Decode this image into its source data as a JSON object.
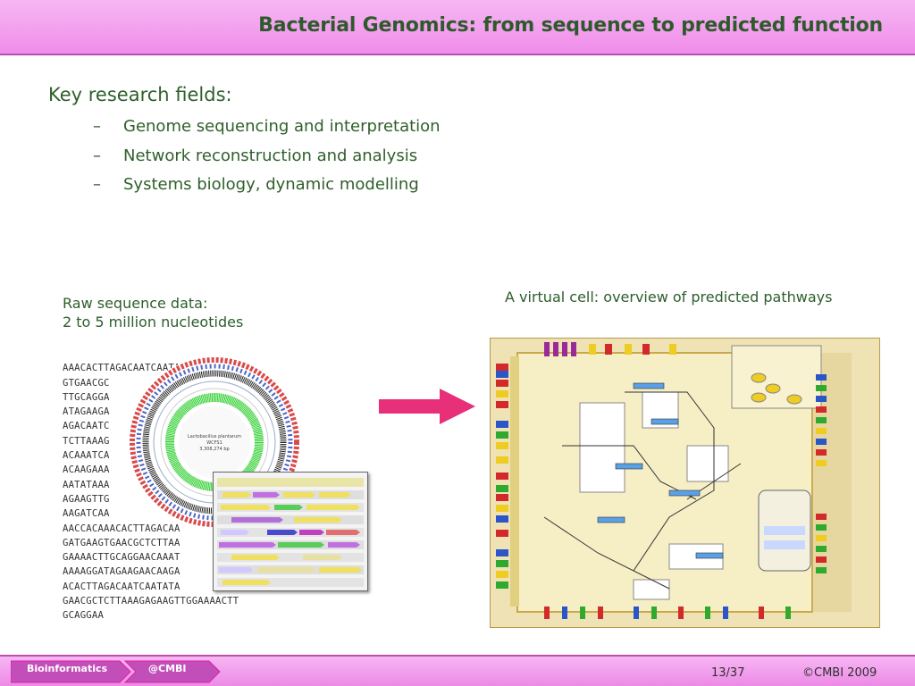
{
  "slide": {
    "title": "Bacterial Genomics: from sequence to predicted function",
    "heading": "Key research fields:",
    "bullets": [
      "Genome sequencing and interpretation",
      "Network reconstruction and analysis",
      "Systems biology, dynamic modelling"
    ],
    "raw_label_1": "Raw sequence data:",
    "raw_label_2": "2 to 5 million nucleotides",
    "virtual_cell_label": "A virtual cell: overview of predicted pathways",
    "sequence_lines": [
      "AAACACTTAGACAATCAATATAAAGATGAA",
      "GTGAACGC                    AAC",
      "TTGCAGGA                    AGG",
      "ATAGAAGA                    CTT",
      "AGACAATC                    CGC",
      "TCTTAAAG                    GGA",
      "ACAAATCA                    AGA",
      "ACAAGAAA                    ATC",
      "AATATAAA",
      "AGAAGTTG",
      "AAGATCAA",
      "AACCACAAACACTTAGACAA",
      "GATGAAGTGAACGCTCTTAA",
      "GAAAACTTGCAGGAACAAAT",
      "AAAAGGATAGAAGAACAAGA",
      "ACACTTAGACAATCAATATA",
      "GAACGCTCTTAAAGAGAAGTTGGAAAACTT",
      "GCAGGAA"
    ],
    "genome_map_label_1": "Lactobacillus plantarum",
    "genome_map_label_2": "WCFS1",
    "genome_map_label_3": "3,308,274 bp",
    "footer": {
      "tab1": "Bioinformatics",
      "tab2": "@CMBI",
      "page": "13/37",
      "copyright": "©CMBI 2009"
    }
  },
  "colors": {
    "header_pink": "#f08cea",
    "text_green": "#2f5f2b",
    "arrow_pink": "#e8307a",
    "cell_bg": "#efe3b6"
  }
}
